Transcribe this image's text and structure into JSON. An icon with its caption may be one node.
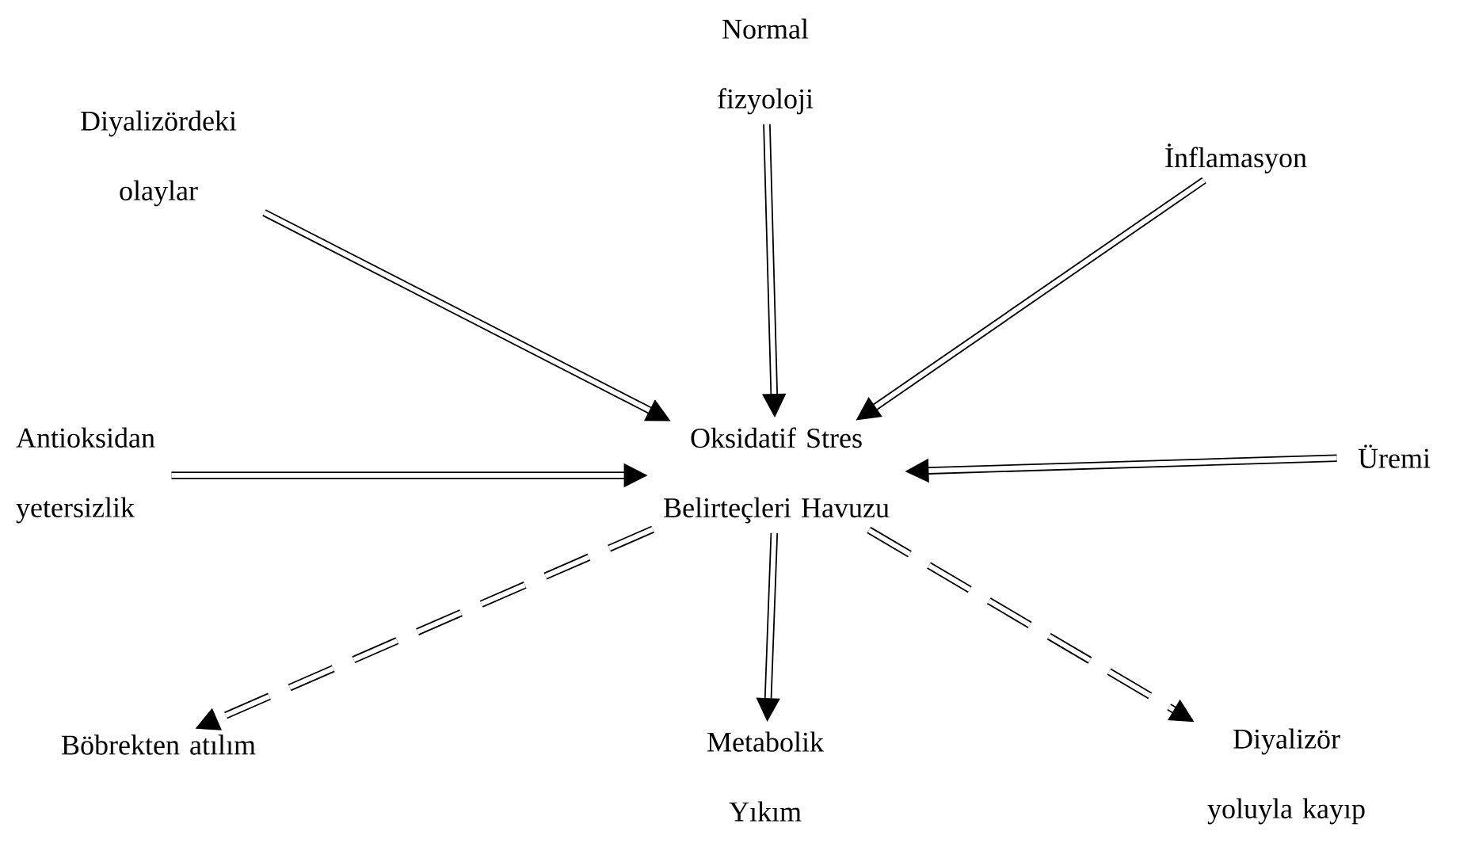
{
  "diagram": {
    "nodes": [
      {
        "text": [
          "Diyalizördeki olaylar"
        ]
      },
      {
        "text": [
          "Normal fizyoloji"
        ]
      },
      {
        "text": [
          "İnflamasyon"
        ]
      },
      {
        "text": [
          "Antioksidan yetersizlik"
        ]
      },
      {
        "text": [
          "Oksidatif Stres Belirteçleri Havuzu"
        ]
      },
      {
        "text": [
          "Üremi"
        ]
      },
      {
        "text": [
          "Böbrekten atılım"
        ]
      },
      {
        "text": [
          "Metabolik Yıkım"
        ]
      },
      {
        "text": [
          "Diyalizör yoluyla kayıp"
        ]
      }
    ],
    "edges": [
      {
        "from": 0,
        "to": 4,
        "arrow": "to"
      },
      {
        "from": 1,
        "to": 4,
        "arrow": "to"
      },
      {
        "from": 2,
        "to": 4,
        "arrow": "to"
      },
      {
        "from": 3,
        "to": 4,
        "arrow": "to"
      },
      {
        "from": 5,
        "to": 4,
        "arrow": "to"
      },
      {
        "from": 4,
        "to": 6,
        "arrow": "to",
        "style": "dashed"
      },
      {
        "from": 4,
        "to": 7,
        "arrow": "to"
      },
      {
        "from": 4,
        "to": 8,
        "arrow": "to",
        "style": "dashed"
      }
    ]
  }
}
